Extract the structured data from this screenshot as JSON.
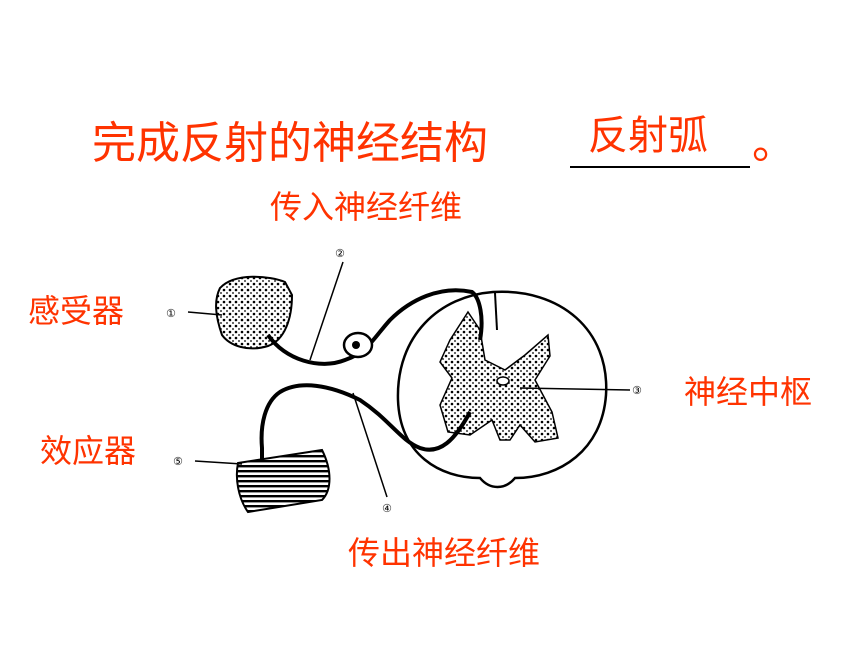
{
  "title": "完成反射的神经结构",
  "answer": "反射弧",
  "period": "。",
  "labels": {
    "afferent": "传入神经纤维",
    "receptor": "感受器",
    "effector": "效应器",
    "center": "神经中枢",
    "efferent": "传出神经纤维"
  },
  "markers": [
    "①",
    "②",
    "③",
    "④",
    "⑤"
  ]
}
